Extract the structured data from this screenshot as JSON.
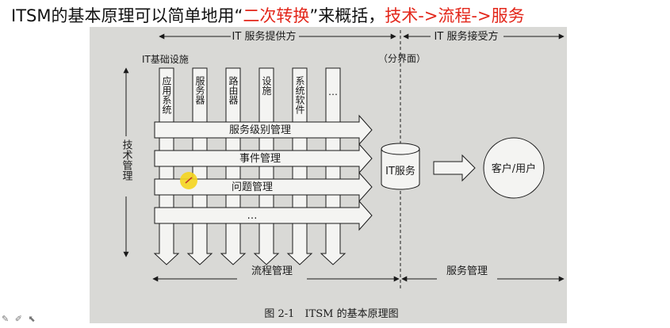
{
  "headline": {
    "prefix": "ITSM的基本原理可以简单地用",
    "quote_open": "“",
    "highlight1": "二次转换",
    "quote_close": "”",
    "middle": "来概括，",
    "highlight2": "技术->流程->服务"
  },
  "diagram": {
    "provider_label": "IT 服务提供方",
    "receiver_label": "IT 服务接受方",
    "boundary_label": "（分界面）",
    "infrastructure_label": "IT基础设施",
    "columns": [
      "应用系统",
      "服务器",
      "路由器",
      "设施",
      "系统软件",
      "…"
    ],
    "processes": [
      "服务级别管理",
      "事件管理",
      "问题管理",
      "…"
    ],
    "tech_mgmt_label": "技术管理",
    "it_service_label": "IT服务",
    "customer_label": "客户/用户",
    "process_mgmt_label": "流程管理",
    "service_mgmt_label": "服务管理",
    "caption": "图 2-1　ITSM 的基本原理图"
  },
  "colors": {
    "highlight": "#e3271b",
    "scan_background": "#d9d9d6",
    "line": "#1a1a1a",
    "pointer": "#f5d51e"
  },
  "icons": [
    "pen-pointer-icon",
    "toolbar-tools-icon"
  ]
}
